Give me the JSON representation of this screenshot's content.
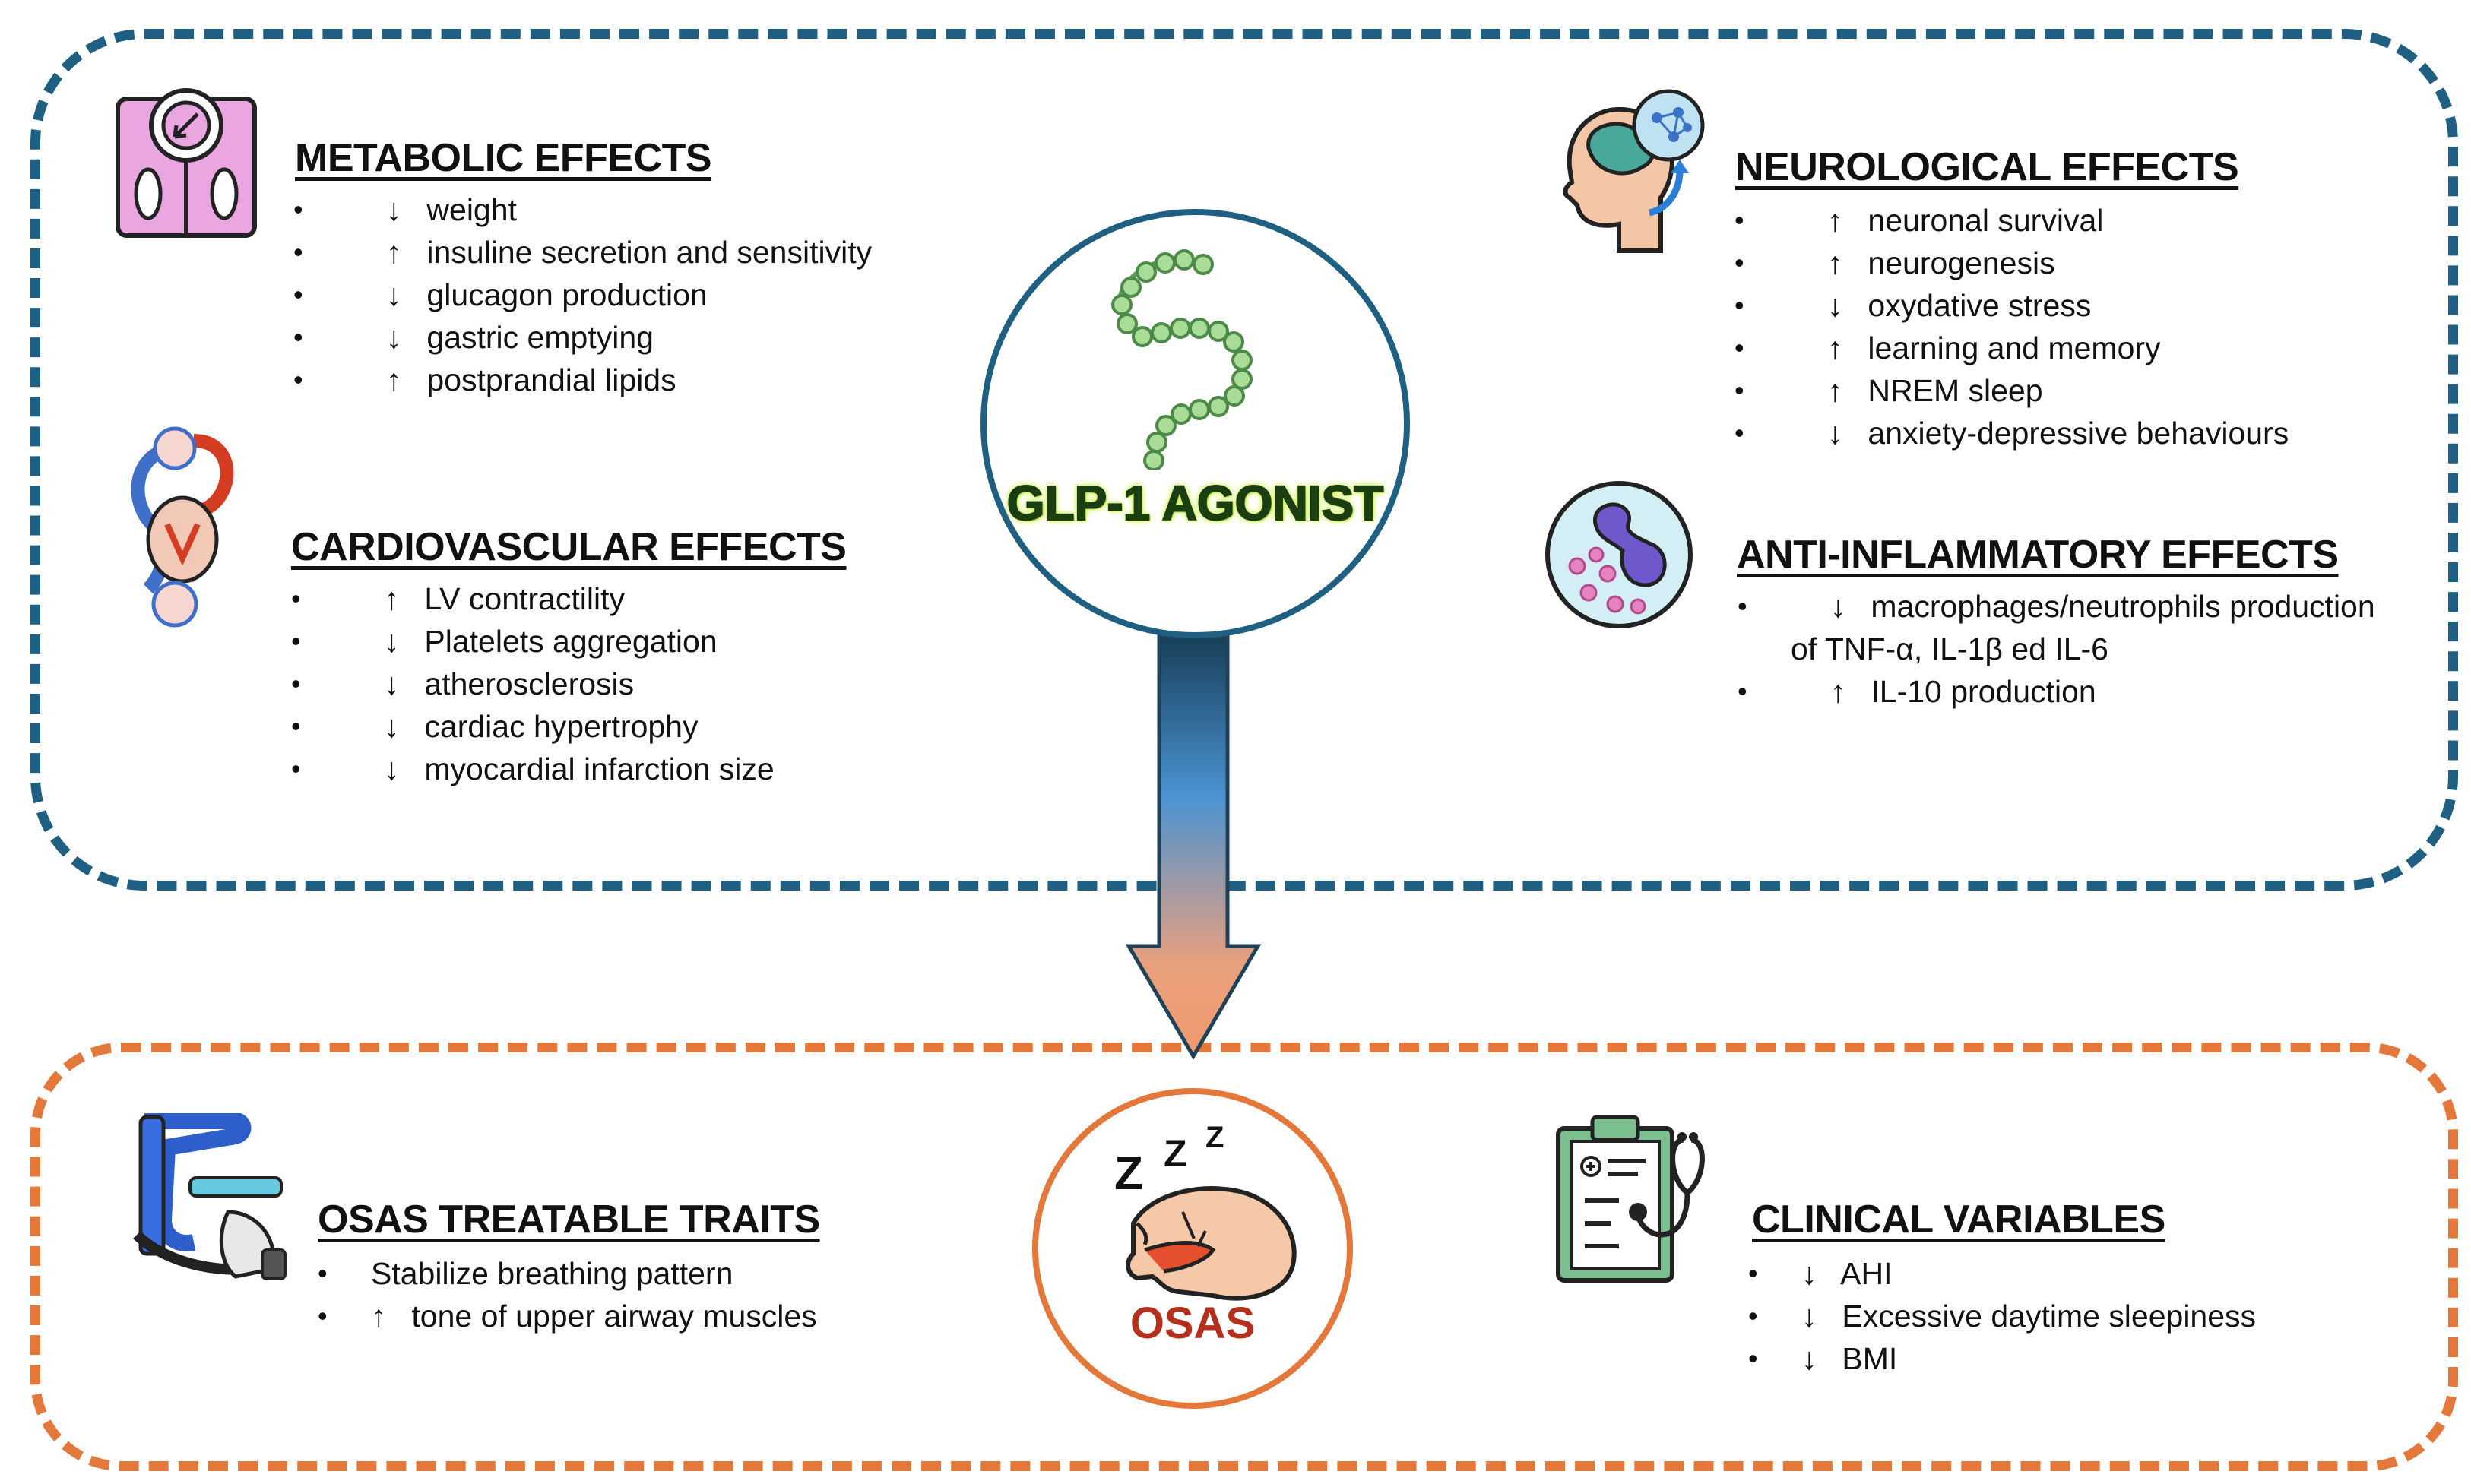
{
  "center": {
    "agonist_label": "GLP-1 AGONIST",
    "osas_label": "OSAS"
  },
  "metabolic": {
    "title": "METABOLIC EFFECTS",
    "items": [
      {
        "arrow": "↓",
        "text": "weight"
      },
      {
        "arrow": "↑",
        "text": "insuline secretion and sensitivity"
      },
      {
        "arrow": "↓",
        "text": "glucagon production"
      },
      {
        "arrow": "↓",
        "text": "gastric emptying"
      },
      {
        "arrow": "↑",
        "text": "postprandial lipids"
      }
    ]
  },
  "cardiovascular": {
    "title": "CARDIOVASCULAR EFFECTS",
    "items": [
      {
        "arrow": "↑",
        "text": "LV contractility"
      },
      {
        "arrow": "↓",
        "text": "Platelets aggregation"
      },
      {
        "arrow": "↓",
        "text": "atherosclerosis"
      },
      {
        "arrow": "↓",
        "text": "cardiac hypertrophy"
      },
      {
        "arrow": "↓",
        "text": "myocardial infarction size"
      }
    ]
  },
  "neurological": {
    "title": "NEUROLOGICAL EFFECTS",
    "items": [
      {
        "arrow": "↑",
        "text": "neuronal survival"
      },
      {
        "arrow": "↑",
        "text": "neurogenesis"
      },
      {
        "arrow": "↓",
        "text": "oxydative stress"
      },
      {
        "arrow": "↑",
        "text": "learning and memory"
      },
      {
        "arrow": "↑",
        "text": "NREM sleep"
      },
      {
        "arrow": "↓",
        "text": "anxiety-depressive behaviours"
      }
    ]
  },
  "anti_inflammatory": {
    "title": "ANTI-INFLAMMATORY EFFECTS",
    "items": [
      {
        "arrow": "↓",
        "text": "macrophages/neutrophils production"
      },
      {
        "arrow": "",
        "text": "of TNF-α, IL-1β ed IL-6"
      },
      {
        "arrow": "↑",
        "text": "IL-10 production"
      }
    ]
  },
  "osas_traits": {
    "title": "OSAS TREATABLE TRAITS",
    "items": [
      {
        "arrow": "",
        "text": "Stabilize breathing pattern"
      },
      {
        "arrow": "↑",
        "text": "tone of upper airway muscles"
      }
    ]
  },
  "clinical": {
    "title": "CLINICAL VARIABLES",
    "items": [
      {
        "arrow": "↓",
        "text": "AHI"
      },
      {
        "arrow": "↓",
        "text": "Excessive daytime sleepiness"
      },
      {
        "arrow": "↓",
        "text": "BMI"
      }
    ]
  },
  "icons": [
    "scale-icon",
    "heart-icon",
    "peptide-chain-icon",
    "brain-head-icon",
    "immune-cell-icon",
    "cpap-mask-icon",
    "sleeping-head-icon",
    "clipboard-stethoscope-icon"
  ],
  "colors": {
    "top_border": "#1f5f82",
    "bottom_border": "#e4773a",
    "arrow_top": "#1b4d6b",
    "arrow_bottom": "#f3a27a",
    "agonist_text": "#1a3d12",
    "agonist_glow": "#c8ee3a",
    "osas_text": "#b5301c"
  }
}
